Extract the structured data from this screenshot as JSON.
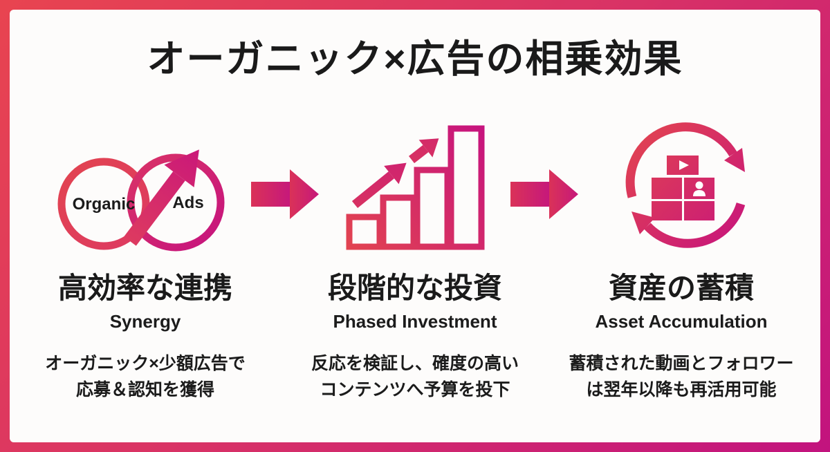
{
  "title": "オーガニック×広告の相乗効果",
  "colors": {
    "frame_gradient_start": "#e84450",
    "frame_gradient_end": "#c2137e",
    "accent_red": "#e24450",
    "accent_magenta": "#c6137e",
    "text": "#1a1a1a",
    "panel_bg": "#fdfcfb"
  },
  "columns": [
    {
      "id": "synergy",
      "icon": "organic-ads-venn-icon",
      "venn_left_label": "Organic",
      "venn_right_label": "Ads",
      "heading": "高効率な連携",
      "subheading": "Synergy",
      "desc_line1": "オーガニック×少額広告で",
      "desc_line2": "応募＆認知を獲得"
    },
    {
      "id": "phased-investment",
      "icon": "growth-bar-chart-icon",
      "heading": "段階的な投資",
      "subheading": "Phased Investment",
      "desc_line1": "反応を検証し、確度の高い",
      "desc_line2": "コンテンツへ予算を投下"
    },
    {
      "id": "asset-accumulation",
      "icon": "content-recycle-icon",
      "heading": "資産の蓄積",
      "subheading": "Asset Accumulation",
      "desc_line1": "蓄積された動画とフォロワー",
      "desc_line2": "は翌年以降も再活用可能"
    }
  ]
}
